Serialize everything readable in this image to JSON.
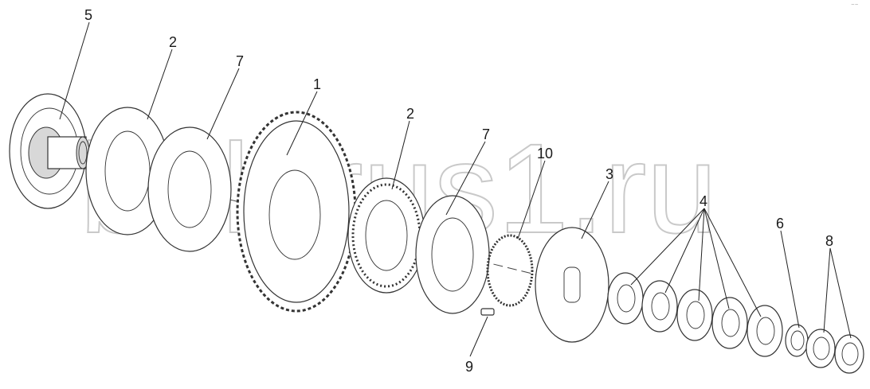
{
  "watermark": "belarus1.ru",
  "corner_mark": "⁻⁻",
  "callouts": {
    "c5": "5",
    "c2a": "2",
    "c7a": "7",
    "c1": "1",
    "c2b": "2",
    "c7b": "7",
    "c10": "10",
    "c3": "3",
    "c4": "4",
    "c6": "6",
    "c8": "8",
    "c9": "9"
  }
}
